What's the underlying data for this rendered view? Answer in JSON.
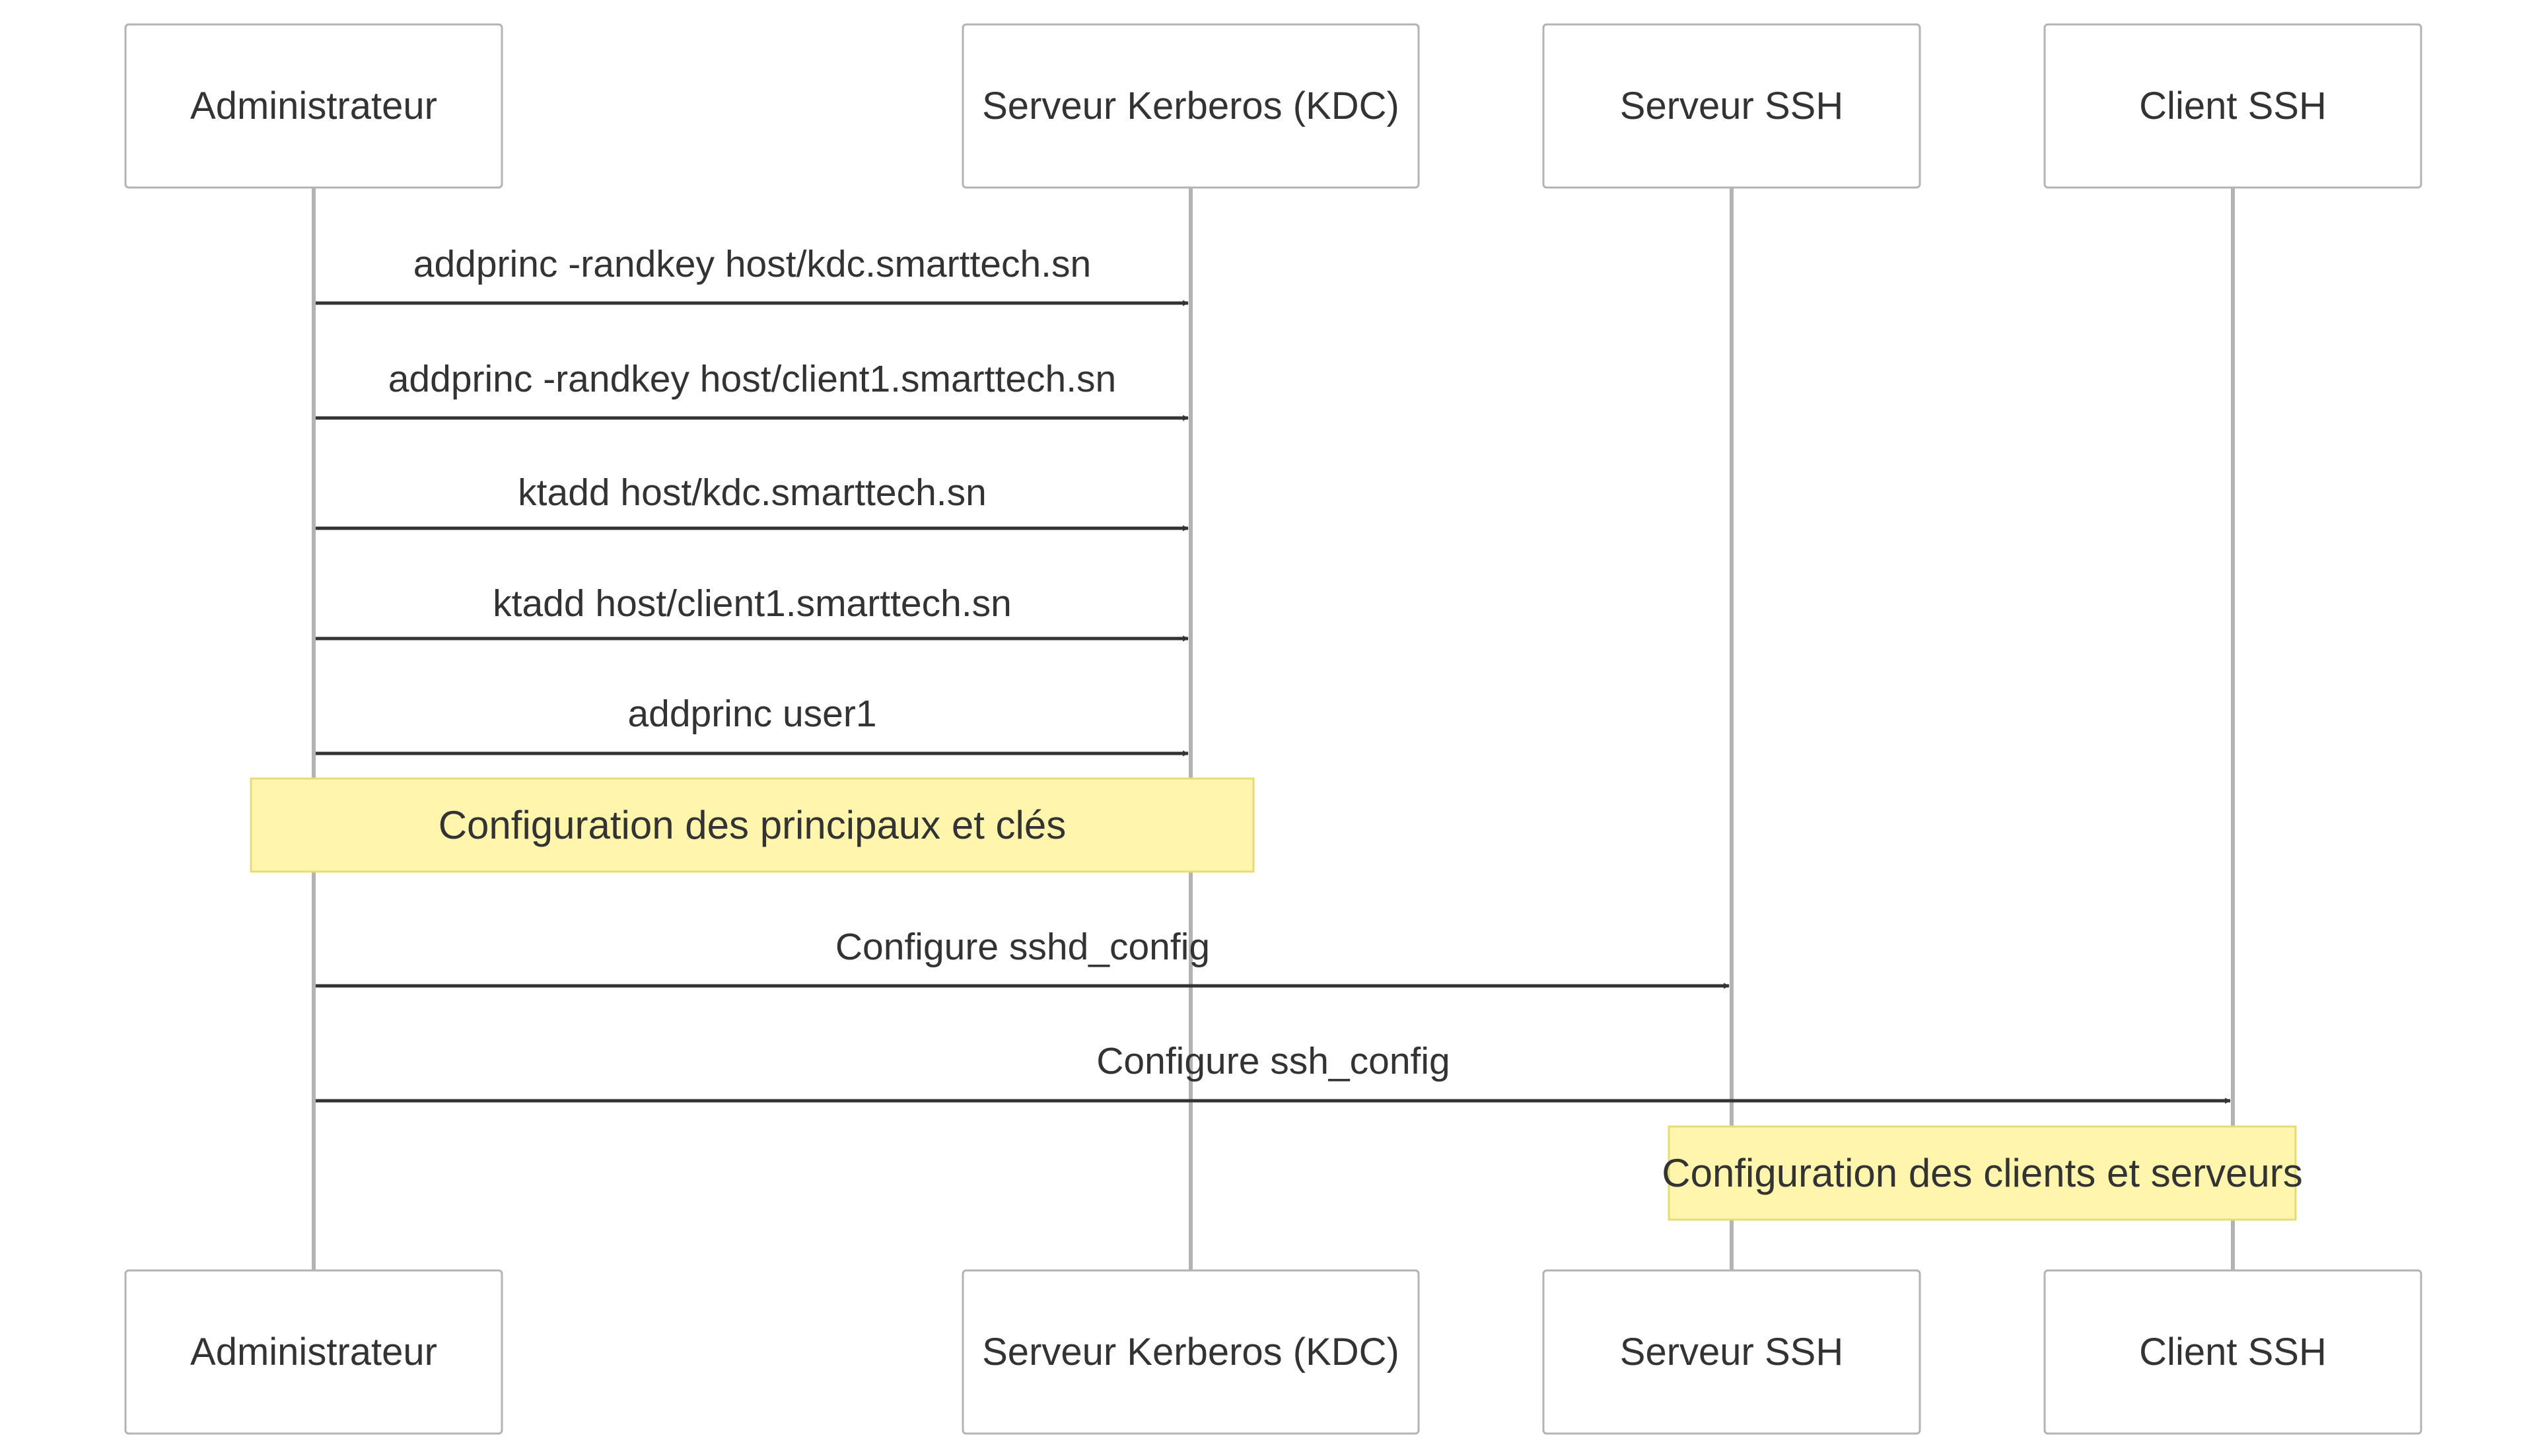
{
  "actors": [
    {
      "id": "admin",
      "label": "Administrateur"
    },
    {
      "id": "kdc",
      "label": "Serveur Kerberos (KDC)"
    },
    {
      "id": "sshd",
      "label": "Serveur SSH"
    },
    {
      "id": "client",
      "label": "Client SSH"
    }
  ],
  "steps": [
    {
      "kind": "message",
      "from": "admin",
      "to": "kdc",
      "label": "addprinc -randkey host/kdc.smarttech.sn"
    },
    {
      "kind": "message",
      "from": "admin",
      "to": "kdc",
      "label": "addprinc -randkey host/client1.smarttech.sn"
    },
    {
      "kind": "message",
      "from": "admin",
      "to": "kdc",
      "label": "ktadd host/kdc.smarttech.sn"
    },
    {
      "kind": "message",
      "from": "admin",
      "to": "kdc",
      "label": "ktadd host/client1.smarttech.sn"
    },
    {
      "kind": "message",
      "from": "admin",
      "to": "kdc",
      "label": "addprinc user1"
    },
    {
      "kind": "note",
      "over": [
        "admin",
        "kdc"
      ],
      "label": "Configuration des principaux et clés"
    },
    {
      "kind": "message",
      "from": "admin",
      "to": "sshd",
      "label": "Configure sshd_config"
    },
    {
      "kind": "message",
      "from": "admin",
      "to": "client",
      "label": "Configure ssh_config"
    },
    {
      "kind": "note",
      "over": [
        "sshd",
        "client"
      ],
      "label": "Configuration des clients et serveurs"
    }
  ],
  "colors": {
    "actor_border": "#b3b3b3",
    "lifeline": "#b3b3b3",
    "message": "#333333",
    "note_fill": "#fff5ad",
    "note_border": "#e6db74",
    "text": "#333333"
  }
}
